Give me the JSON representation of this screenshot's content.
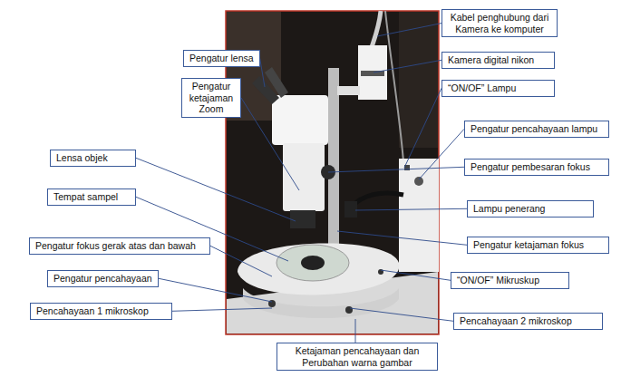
{
  "diagram": {
    "nodes": [
      {
        "text": [
          "Kabel penghubung dari Kamera ke komputer"
        ]
      },
      {
        "text": [
          "Pengatur lensa"
        ]
      },
      {
        "text": [
          "Kamera digital nikon"
        ]
      },
      {
        "text": [
          "Pengatur ketajaman Zoom"
        ]
      },
      {
        "text": [
          "“ON/OF” Lampu"
        ]
      },
      {
        "text": [
          "Pengatur pencahayaan lampu"
        ]
      },
      {
        "text": [
          "Lensa objek"
        ]
      },
      {
        "text": [
          "Pengatur pembesaran fokus"
        ]
      },
      {
        "text": [
          "Tempat sampel"
        ]
      },
      {
        "text": [
          "Lampu penerang"
        ]
      },
      {
        "text": [
          "Pengatur ketajaman fokus"
        ]
      },
      {
        "text": [
          "Pengatur fokus gerak atas dan bawah"
        ]
      },
      {
        "text": [
          "Pengatur pencahayaan"
        ]
      },
      {
        "text": [
          "“ON/OF” Mikruskup"
        ]
      },
      {
        "text": [
          "Pencahayaan 1 mikroskop"
        ]
      },
      {
        "text": [
          "Pencahayaan 2 mikroskop"
        ]
      },
      {
        "text": [
          "Ketajaman pencahayaan dan Perubahan warna gambar"
        ]
      }
    ]
  }
}
